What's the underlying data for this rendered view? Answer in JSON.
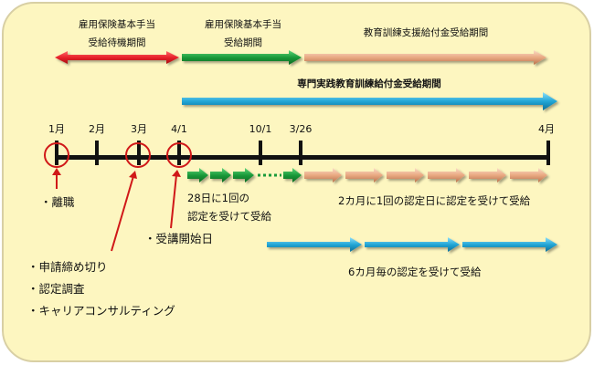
{
  "periods": {
    "waiting": {
      "line1": "雇用保険基本手当",
      "line2": "受給待機期間",
      "color": "#e8222a"
    },
    "benefit": {
      "line1": "雇用保険基本手当",
      "line2": "受給期間",
      "color": "#1a9a3a"
    },
    "education": {
      "label": "教育訓練支援給付金受給期間",
      "color": "#e9a982"
    },
    "practical": {
      "label": "専門実践教育訓練給付金受給期間",
      "color": "#22a6d6"
    }
  },
  "ticks": [
    "1月",
    "2月",
    "3月",
    "4/1",
    "10/1",
    "3/26",
    "4月"
  ],
  "events": {
    "resign": "・離職",
    "start": "・受講開始日",
    "apply": [
      "・申請締め切り",
      "・認定調査",
      "・キャリアコンサルティング"
    ]
  },
  "notes": {
    "every28_line1": "28日に1回の",
    "every28_line2": "認定を受けて受給",
    "every2months": "2カ月に1回の認定日に認定を受けて受給",
    "every6months": "6カ月毎の認定を受けて受給"
  },
  "colors": {
    "panel": "#fdf6c0",
    "panel_border": "#d8cfa4",
    "timeline": "#111111",
    "marker": "#d01818"
  }
}
